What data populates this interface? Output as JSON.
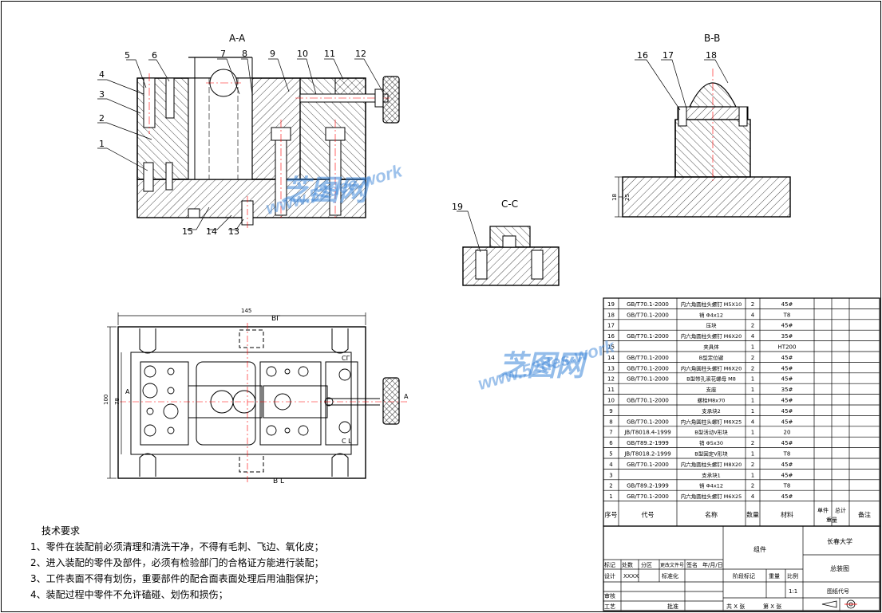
{
  "views": {
    "aa": "A-A",
    "bb": "B-B",
    "cc": "C-C"
  },
  "callouts_aa": [
    "1",
    "2",
    "3",
    "4",
    "5",
    "6",
    "7",
    "8",
    "9",
    "10",
    "11",
    "12",
    "13",
    "14",
    "15"
  ],
  "callouts_bb": [
    "16",
    "17",
    "18"
  ],
  "callout_cc": "19",
  "dims": {
    "plan_width": "145",
    "plan_height": "100",
    "plan_inner": "78",
    "bb_h1": "18",
    "bb_h2": "25"
  },
  "section_marks": {
    "a": "A",
    "b": "B",
    "c": "C",
    "bt": "BΓ",
    "bl": "B L",
    "cr": "CΓ",
    "cl": "C L"
  },
  "parts_table": {
    "header": {
      "no": "序号",
      "code": "代号",
      "name": "名称",
      "qty": "数量",
      "material": "材料",
      "single": "单件",
      "total": "总计",
      "weight": "重量",
      "remark": "备注"
    },
    "rows": [
      {
        "no": "19",
        "code": "GB/T70.1-2000",
        "name": "内六角圆柱头螺钉 M5X10",
        "qty": "2",
        "mat": "45#"
      },
      {
        "no": "18",
        "code": "GB/T70.1-2000",
        "name": "销 Φ4x12",
        "qty": "4",
        "mat": "T8"
      },
      {
        "no": "17",
        "code": "",
        "name": "压块",
        "qty": "2",
        "mat": "45#"
      },
      {
        "no": "16",
        "code": "GB/T70.1-2000",
        "name": "内六角圆柱头螺钉 M6X20",
        "qty": "4",
        "mat": "35#"
      },
      {
        "no": "15",
        "code": "",
        "name": "夹具体",
        "qty": "1",
        "mat": "HT200"
      },
      {
        "no": "14",
        "code": "GB/T70.1-2000",
        "name": "B型定位键",
        "qty": "2",
        "mat": "45#"
      },
      {
        "no": "13",
        "code": "GB/T70.1-2000",
        "name": "内六角圆柱头螺钉 M6X20",
        "qty": "2",
        "mat": "45#"
      },
      {
        "no": "12",
        "code": "GB/T70.1-2000",
        "name": "B型带孔滚花螺母 M8",
        "qty": "1",
        "mat": "45#"
      },
      {
        "no": "11",
        "code": "",
        "name": "支座",
        "qty": "1",
        "mat": "35#"
      },
      {
        "no": "10",
        "code": "GB/T70.1-2000",
        "name": "螺栓M8x70",
        "qty": "1",
        "mat": "45#"
      },
      {
        "no": "9",
        "code": "",
        "name": "支承块2",
        "qty": "1",
        "mat": "45#"
      },
      {
        "no": "8",
        "code": "GB/T70.1-2000",
        "name": "内六角圆柱头螺钉 M6X25",
        "qty": "4",
        "mat": "45#"
      },
      {
        "no": "7",
        "code": "JB/T8018.4-1999",
        "name": "B型活动V形块",
        "qty": "1",
        "mat": "20"
      },
      {
        "no": "6",
        "code": "GB/T89.2-1999",
        "name": "销 Φ5x30",
        "qty": "2",
        "mat": "45#"
      },
      {
        "no": "5",
        "code": "JB/T8018.2-1999",
        "name": "B型固定V形块",
        "qty": "1",
        "mat": "T8"
      },
      {
        "no": "4",
        "code": "GB/T70.1-2000",
        "name": "内六角圆柱头螺钉 M8X20",
        "qty": "2",
        "mat": "45#"
      },
      {
        "no": "3",
        "code": "",
        "name": "支承块1",
        "qty": "1",
        "mat": "45#"
      },
      {
        "no": "2",
        "code": "GB/T89.2-1999",
        "name": "销 Φ4x12",
        "qty": "2",
        "mat": "T8"
      },
      {
        "no": "1",
        "code": "GB/T70.1-2000",
        "name": "内六角圆柱头螺钉 M6X25",
        "qty": "4",
        "mat": "45#"
      }
    ]
  },
  "title_block": {
    "university": "长春大学",
    "drawing_name": "总装图",
    "drawing_code": "图纸代号",
    "group": "组件",
    "mark": "标记",
    "count": "处数",
    "zone": "分区",
    "change_doc": "更改文件号",
    "sign": "签名",
    "date": "年/月/日",
    "design": "设计",
    "designer": "XXXX",
    "standardize": "标准化",
    "stage": "阶段标记",
    "weight": "重量",
    "scale": "比例",
    "scale_value": "1:1",
    "review": "审核",
    "process": "工艺",
    "approve": "批准",
    "sheets": "共 X 张",
    "sheet_no": "第 X 张"
  },
  "tech_requirements": {
    "title": "技术要求",
    "items": [
      "1、零件在装配前必须清理和清洗干净，不得有毛刺、飞边、氧化皮；",
      "2、进入装配的零件及部件，必须有检验部门的合格证方能进行装配；",
      "3、工件表面不得有划伤，重要部件的配合面表面处理后用油脂保护；",
      "4、装配过程中零件不允许磕碰、划伤和损伤；"
    ]
  },
  "watermark": {
    "brand": "芝图网",
    "site": "www.52des.work"
  },
  "colors": {
    "line": "#000000",
    "center_line": "#ff0000",
    "hatch": "#000000",
    "watermark": "#3d86d8"
  }
}
